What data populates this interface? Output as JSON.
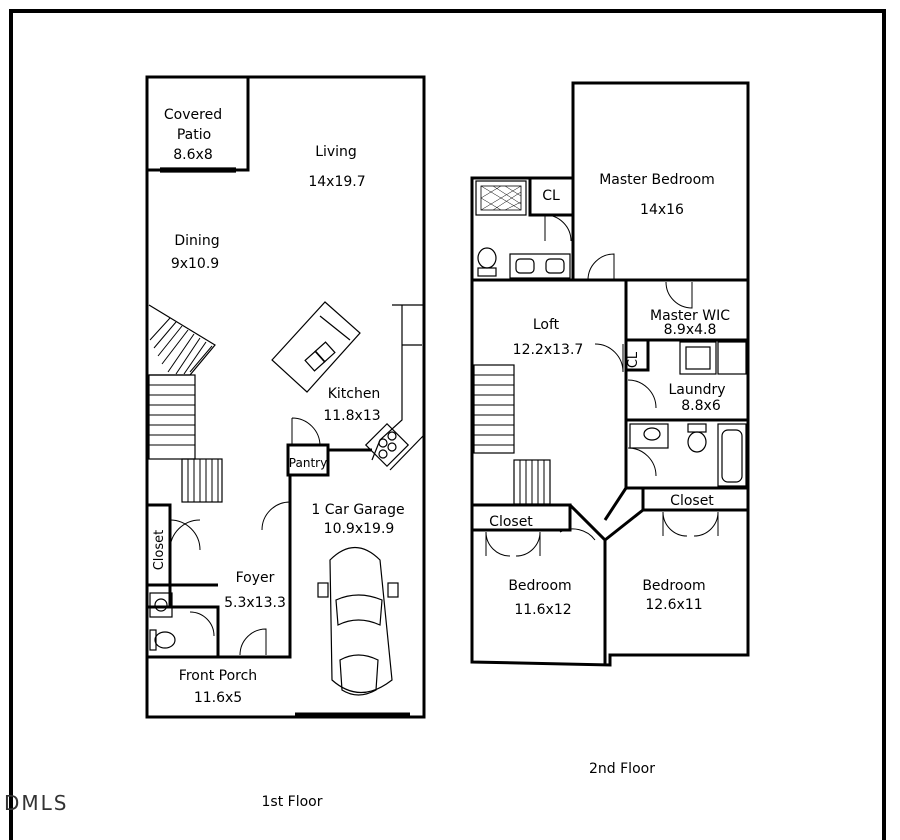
{
  "first_floor": {
    "caption": "1st Floor",
    "rooms": {
      "covered_patio": {
        "name_line1": "Covered",
        "name_line2": "Patio",
        "size": "8.6x8"
      },
      "living": {
        "name": "Living",
        "size": "14x19.7"
      },
      "dining": {
        "name": "Dining",
        "size": "9x10.9"
      },
      "kitchen": {
        "name": "Kitchen",
        "size": "11.8x13"
      },
      "pantry": {
        "name": "Pantry"
      },
      "garage": {
        "name": "1 Car Garage",
        "size": "10.9x19.9"
      },
      "closet": {
        "name": "Closet"
      },
      "foyer": {
        "name": "Foyer",
        "size": "5.3x13.3"
      },
      "front_porch": {
        "name": "Front Porch",
        "size": "11.6x5"
      }
    }
  },
  "second_floor": {
    "caption": "2nd Floor",
    "rooms": {
      "master_bedroom": {
        "name": "Master Bedroom",
        "size": "14x16"
      },
      "cl_top": {
        "name": "CL"
      },
      "loft": {
        "name": "Loft",
        "size": "12.2x13.7"
      },
      "master_wic": {
        "name": "Master WIC",
        "size": "8.9x4.8"
      },
      "cl_laundry": {
        "name": "CL"
      },
      "laundry": {
        "name": "Laundry",
        "size": "8.8x6"
      },
      "closet_left": {
        "name": "Closet"
      },
      "closet_right": {
        "name": "Closet"
      },
      "bedroom_left": {
        "name": "Bedroom",
        "size": "11.6x12"
      },
      "bedroom_right": {
        "name": "Bedroom",
        "size": "12.6x11"
      }
    }
  },
  "watermark": "DMLS"
}
